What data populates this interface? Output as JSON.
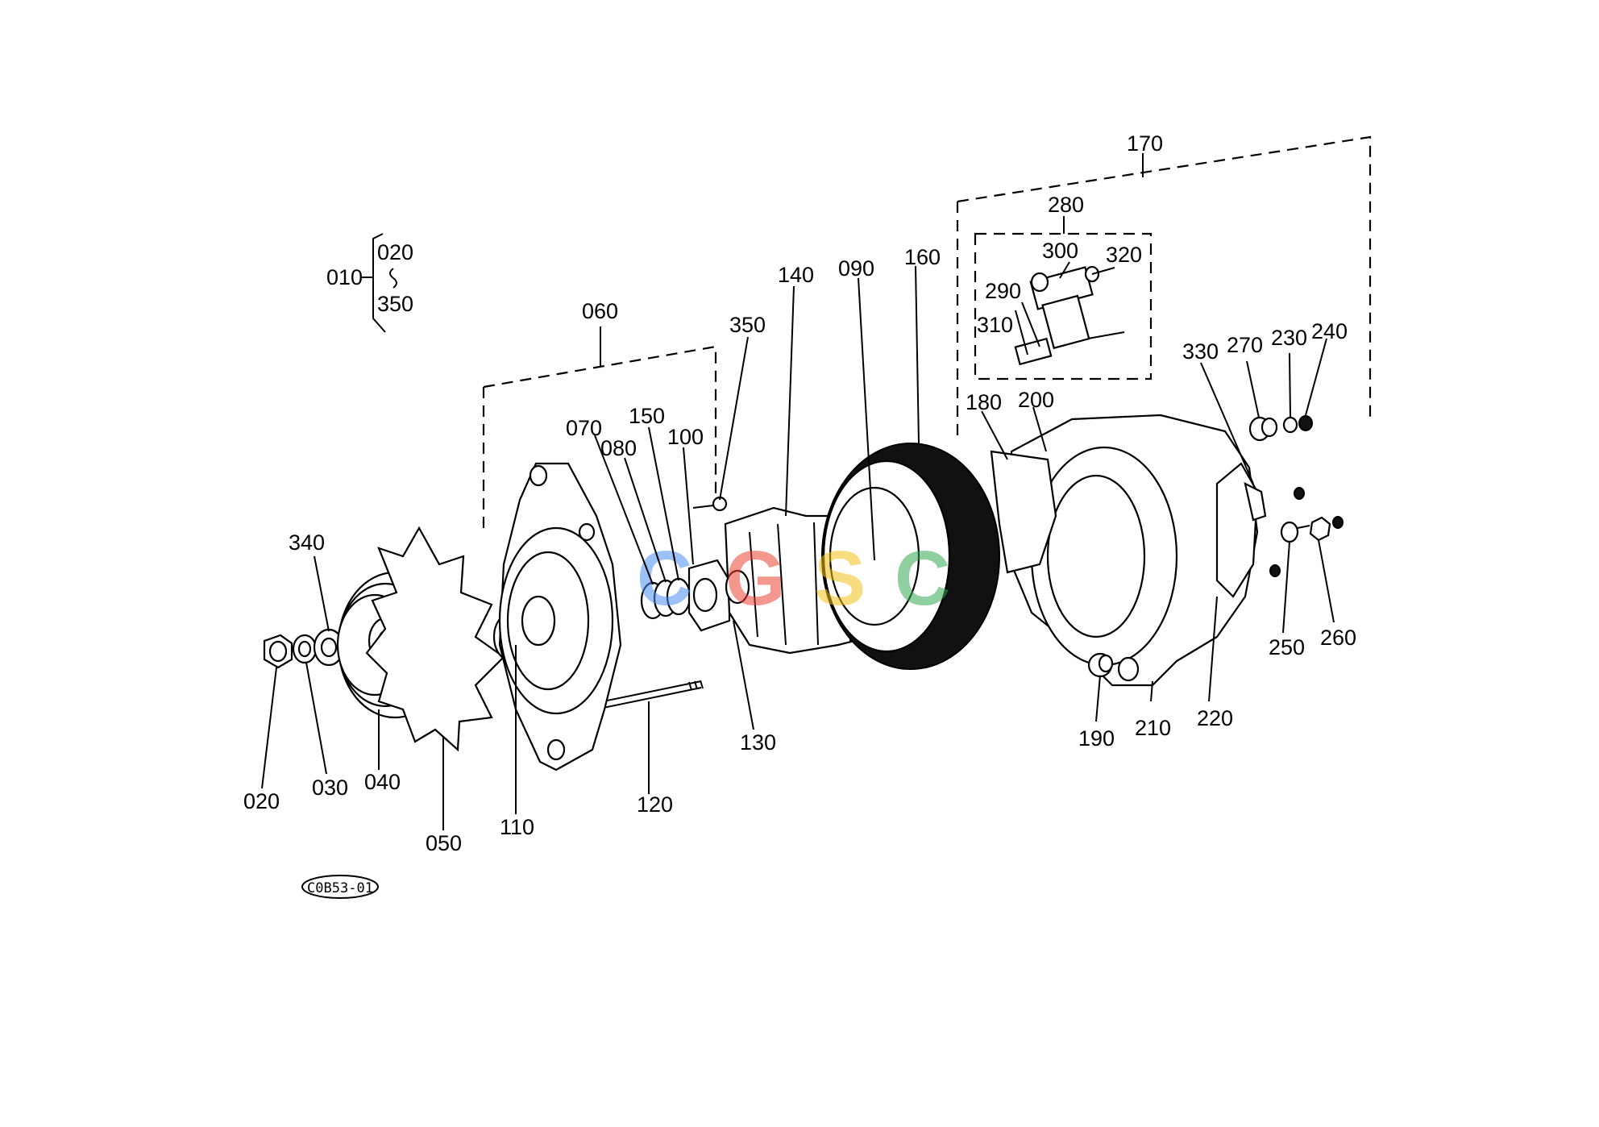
{
  "diagram": {
    "code": "C0B53-01",
    "watermark": {
      "letters": [
        "C",
        "G",
        "S",
        "C"
      ],
      "colors": [
        "#4a8ff0",
        "#ea4335",
        "#f2c21a",
        "#34a853"
      ]
    },
    "range": {
      "group": "010",
      "from": "020",
      "tilde": "~",
      "to": "350"
    },
    "labels": {
      "l020": "020",
      "l030": "030",
      "l040": "040",
      "l050": "050",
      "l060": "060",
      "l070": "070",
      "l080": "080",
      "l090": "090",
      "l100": "100",
      "l110": "110",
      "l120": "120",
      "l130": "130",
      "l140": "140",
      "l150": "150",
      "l160": "160",
      "l170": "170",
      "l180": "180",
      "l190": "190",
      "l200": "200",
      "l210": "210",
      "l220": "220",
      "l230": "230",
      "l240": "240",
      "l250": "250",
      "l260": "260",
      "l270": "270",
      "l280": "280",
      "l290": "290",
      "l300": "300",
      "l310": "310",
      "l320": "320",
      "l330": "330",
      "l340": "340",
      "l350": "350"
    }
  }
}
